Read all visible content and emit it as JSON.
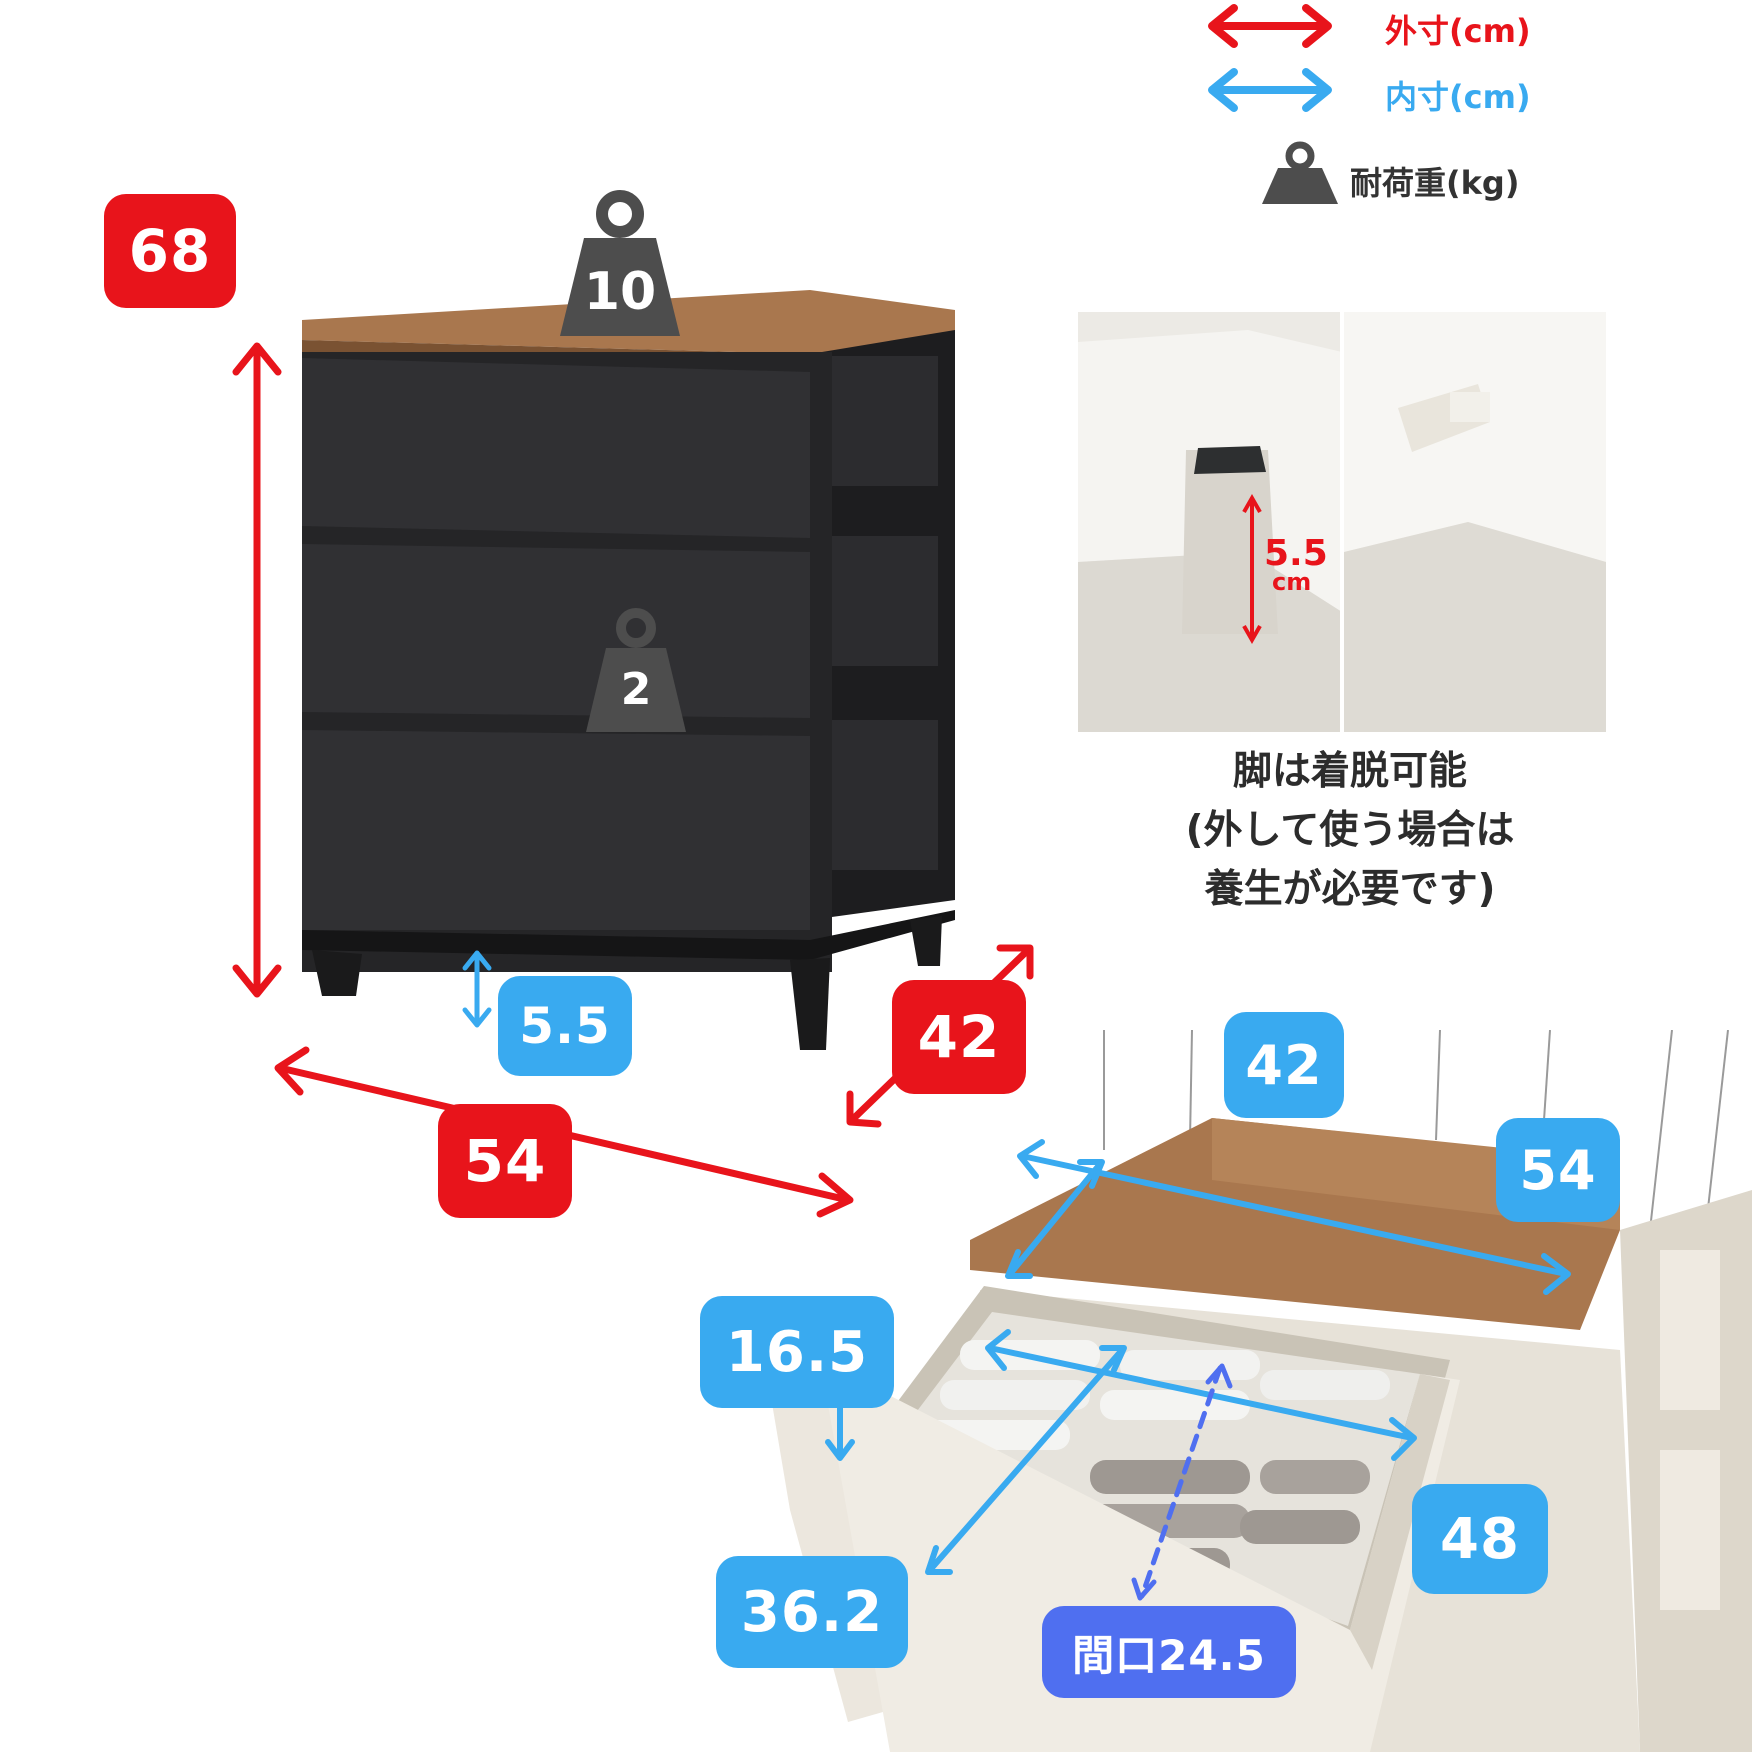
{
  "legend": {
    "outer": "外寸(cm)",
    "inner": "内寸(cm)",
    "load": "耐荷重(kg)"
  },
  "outer_dims": {
    "height": "68",
    "width": "54",
    "depth": "42"
  },
  "leg_height": "5.5",
  "loads": {
    "top": "10",
    "drawer": "2"
  },
  "photo": {
    "leg_label_value": "5.5",
    "leg_label_unit": "cm"
  },
  "note": {
    "line1": "脚は着脱可能",
    "line2": "(外して使う場合は",
    "line3": "養生が必要です)"
  },
  "inner_dims": {
    "top_depth": "42",
    "top_width": "54",
    "drawer_height": "16.5",
    "drawer_width": "48",
    "drawer_depth": "36.2",
    "opening": "間口24.5"
  },
  "colors": {
    "outer": "#e8141b",
    "inner": "#39aaf0",
    "opening": "#4f6ff0",
    "weight_icon": "#4d4d4d",
    "cabinet": "#252527",
    "wood": "#a9774e"
  }
}
